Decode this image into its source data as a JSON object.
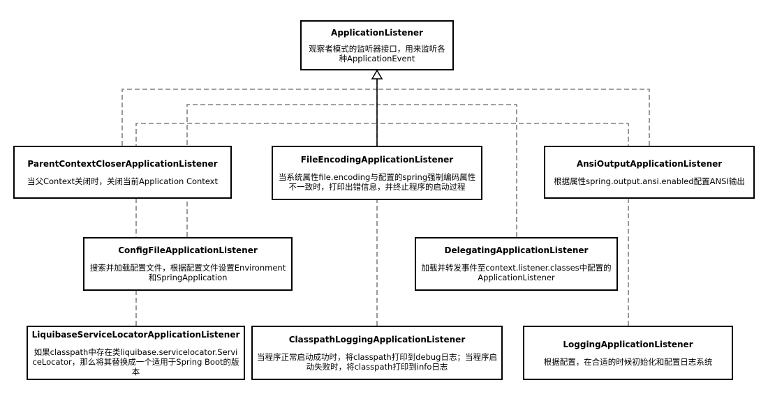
{
  "diagram": {
    "root": {
      "title": "ApplicationListener",
      "description": "观察者模式的监听器接口，用来监听各种ApplicationEvent"
    },
    "listeners": [
      {
        "title": "ParentContextCloserApplicationListener",
        "description": "当父Context关闭时，关闭当前Application Context"
      },
      {
        "title": "FileEncodingApplicationListener",
        "description": "当系统属性file.encoding与配置的spring强制编码属性不一致时，打印出错信息，并终止程序的启动过程"
      },
      {
        "title": "AnsiOutputApplicationListener",
        "description": "根据属性spring.output.ansi.enabled配置ANSI输出"
      },
      {
        "title": "ConfigFileApplicationListener",
        "description": "搜索并加载配置文件，根据配置文件设置Environment和SpringApplication"
      },
      {
        "title": "DelegatingApplicationListener",
        "description": "加载并转发事件至context.listener.classes中配置的ApplicationListener"
      },
      {
        "title": "LiquibaseServiceLocatorApplicationListener",
        "description": "如果classpath中存在类liquibase.servicelocator.ServiceLocator，那么将其替换成一个适用于Spring Boot的版本"
      },
      {
        "title": "ClasspathLoggingApplicationListener",
        "description": "当程序正常启动成功时，将classpath打印到debug日志；当程序启动失败时，将classpath打印到info日志"
      },
      {
        "title": "LoggingApplicationListener",
        "description": "根据配置，在合适的时候初始化和配置日志系统"
      }
    ]
  }
}
